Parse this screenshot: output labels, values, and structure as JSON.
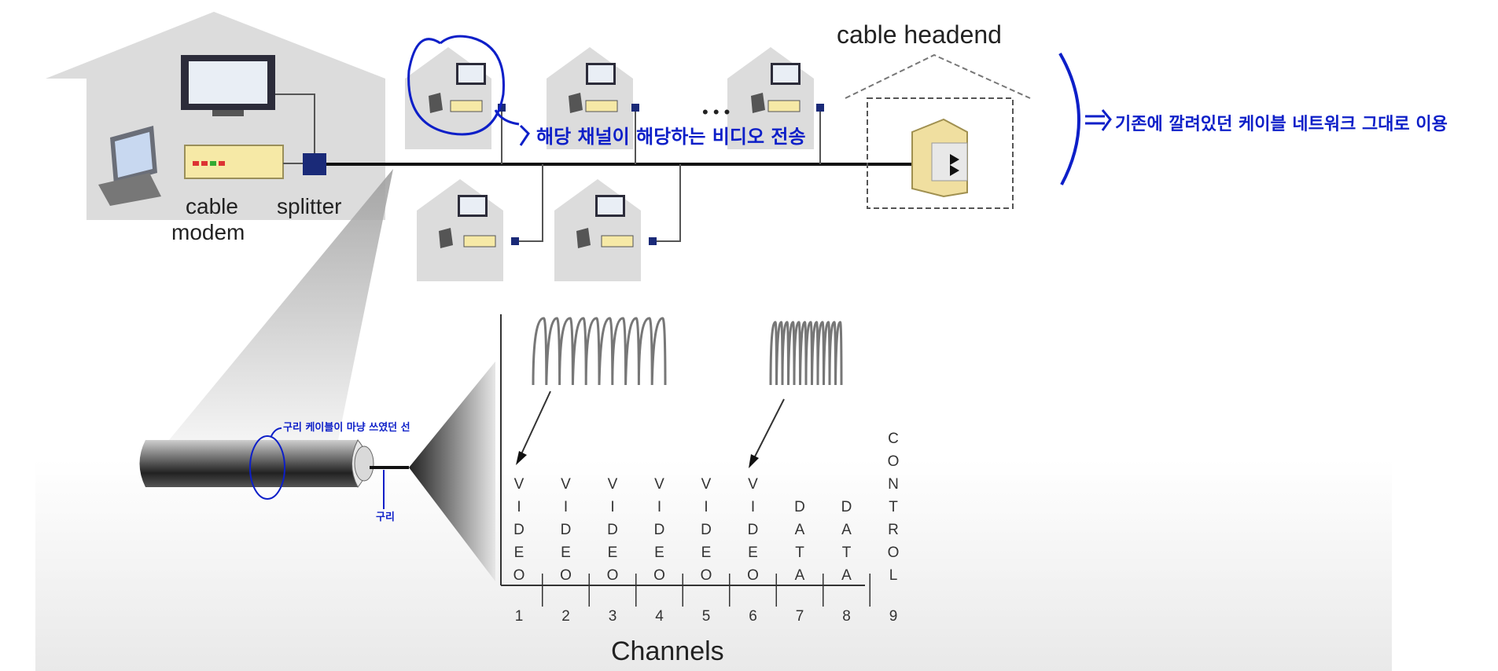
{
  "labels": {
    "cable_headend": "cable headend",
    "cable": "cable",
    "modem": "modem",
    "splitter": "splitter",
    "channels_axis": "Channels",
    "ellipsis": "• • •"
  },
  "channels": [
    {
      "number": "1",
      "letters": [
        "V",
        "I",
        "D",
        "E",
        "O"
      ]
    },
    {
      "number": "2",
      "letters": [
        "V",
        "I",
        "D",
        "E",
        "O"
      ]
    },
    {
      "number": "3",
      "letters": [
        "V",
        "I",
        "D",
        "E",
        "O"
      ]
    },
    {
      "number": "4",
      "letters": [
        "V",
        "I",
        "D",
        "E",
        "O"
      ]
    },
    {
      "number": "5",
      "letters": [
        "V",
        "I",
        "D",
        "E",
        "O"
      ]
    },
    {
      "number": "6",
      "letters": [
        "V",
        "I",
        "D",
        "E",
        "O"
      ]
    },
    {
      "number": "7",
      "letters": [
        "D",
        "A",
        "T",
        "A"
      ]
    },
    {
      "number": "8",
      "letters": [
        "D",
        "A",
        "T",
        "A"
      ]
    },
    {
      "number": "9",
      "letters": [
        "C",
        "O",
        "N",
        "T",
        "R",
        "O",
        "L"
      ]
    }
  ],
  "annotations": {
    "video_transfer": "해당 채널이 해당하는 비디오 전송",
    "existing_cable": "기존에 깔려있던 케이블 네트워크 그대로 이용",
    "copper_wire": "구리 케이블이 마냥 쓰였던 선",
    "copper": "구리"
  },
  "colors": {
    "house": "#dcdcdc",
    "cable_line": "#111111",
    "splitter": "#1a2a78",
    "modem": "#f6e9a6",
    "annotation_ink": "#0d1fc8",
    "bottom_band": "#eeeeee"
  }
}
